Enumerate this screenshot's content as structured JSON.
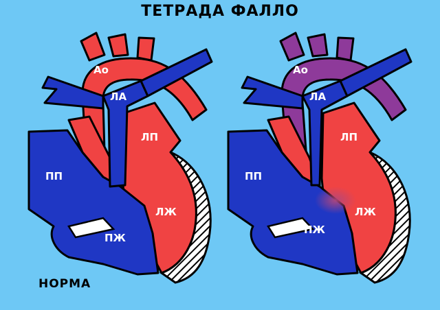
{
  "title": "ТЕТРАДА ФАЛЛО",
  "caption_normal": "НОРМА",
  "colors": {
    "background": "#6ec8f5",
    "oxygenated": "#f04343",
    "deoxygenated": "#1f37c4",
    "mixed": "#8e3a9a",
    "outline": "#000000"
  },
  "hearts": [
    {
      "id": "normal",
      "labels": {
        "ao": "Ао",
        "pa": "ЛА",
        "la": "ЛП",
        "ra": "ПП",
        "lv": "ЛЖ",
        "rv": "ПЖ"
      }
    },
    {
      "id": "tetralogy",
      "labels": {
        "ao": "Ао",
        "pa": "ЛА",
        "la": "ЛП",
        "ra": "ПП",
        "lv": "ЛЖ",
        "rv": "ПЖ"
      }
    }
  ]
}
